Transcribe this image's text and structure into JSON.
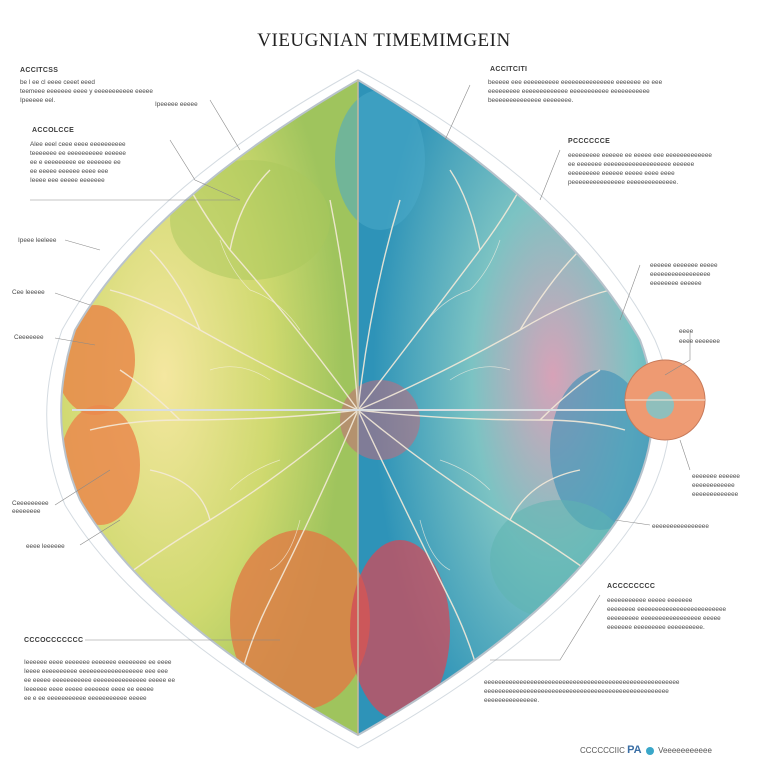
{
  "title": "VIEUGNIAN TIMEMIMGEIN",
  "top_left": {
    "heading": "ACCITCSS",
    "lines": [
      "be l ee cl eeee ceeet eeed",
      "teemeee eeeeeee eeee y eeeeeeeeeee eeeee",
      "Ipeeeee eel."
    ],
    "tag": "Ipeeeee eeeee"
  },
  "upper_left": {
    "heading": "ACCOLCCE",
    "lines": [
      "Alee eeel ceee eeee eeeeeeeeee",
      "teeeeeee ee eeeeeeeeee eeeeee",
      "ee e eeeeeeeee ee eeeeeee ee",
      "ee eeeee eeeeee eeee eee",
      "Ieeee eee eeeee eeeeeee"
    ]
  },
  "left_labels": [
    "Ipeee leeleee",
    "Cee leeeee",
    "Ceeeeeee",
    "Ceeeeeeeee eeeeeeee",
    "eeee leeeeee"
  ],
  "bottom_left": {
    "heading": "CCCOCCCCCCC",
    "lines": [
      "Ieeeeee eeee eeeeeee eeeeeee eeeeeeee ee eeee",
      "Ieeee eeeeeeeeee eeeeeeeeeeeeeeeeee eee eee",
      "ee eeeee eeeeeeeeeee eeeeeeeeeeeeeee eeeee ee",
      "Ieeeeee eeee eeeee eeeeeee eeee ee eeeee",
      "ee e ee eeeeeeeeeee eeeeeeeeeee eeeee"
    ]
  },
  "top_right": {
    "heading": "ACCITCITI",
    "lines": [
      "beeeee eee eeeeeeeeee eeeeeeeeeeeeeee eeeeeee ee eee",
      "eeeeeeeee eeeeeeeeeeeee eeeeeeeeeee eeeeeeeeeee",
      "beeeeeeeeeeeeee eeeeeeee."
    ]
  },
  "upper_right": {
    "heading": "PCCCCCCE",
    "lines": [
      "eeeeeeeee eeeeee ee eeeee eee eeeeeeeeeeeee",
      "ee eeeeeee eeeeeeeeeeeeeeeeeee eeeeee",
      "eeeeeeeee eeeeee eeeee eeee eeee",
      "peeeeeeeeeeeeeee eeeeeeeeeeeeee."
    ]
  },
  "right_labels": [
    "eeeeee eeeeeee eeeee",
    "eeeeeeeeeeeeeeeee",
    "eeeeeeee eeeeee",
    "eeee",
    "eeee eeeeeee",
    "eeeeeee eeeeee",
    "eeeeeeeeeeee",
    "eeeeeeeeeeeee",
    "eeeeeeeeeeeeeeee"
  ],
  "lower_right": {
    "heading": "ACCCCCCCC",
    "lines": [
      "eeeeeeeeeee eeeee eeeeeee",
      "eeeeeeee eeeeeeeeeeeeeeeeeeeeeeeee",
      "eeeeeeeee eeeeeeeeeeeeeeeee eeeee",
      "eeeeeee eeeeeeeee eeeeeeeeee."
    ]
  },
  "bottom_right": {
    "lines": [
      "eeeeeeeeeeeeeeeeeeeeeeeeeeeeeeeeeeeeeeeeeeeeeeeeeeeeeee",
      "eeeeeeeeeeeeeeeeeeeeeeeeeeeeeeeeeeeeeeeeeeeeeeeeeeee",
      "eeeeeeeeeeeeeee."
    ]
  },
  "footer": {
    "prefix": "CCCCCCIIC",
    "brand": "PA",
    "suffix": "Veeeeeeeeeee"
  },
  "colors": {
    "yellow_green": "#c9d96a",
    "green": "#8fbf5a",
    "orange": "#e8894a",
    "teal": "#4fb3b0",
    "blue": "#3b9dc4",
    "red": "#d24a5a",
    "vein": "#f2e7d8"
  }
}
